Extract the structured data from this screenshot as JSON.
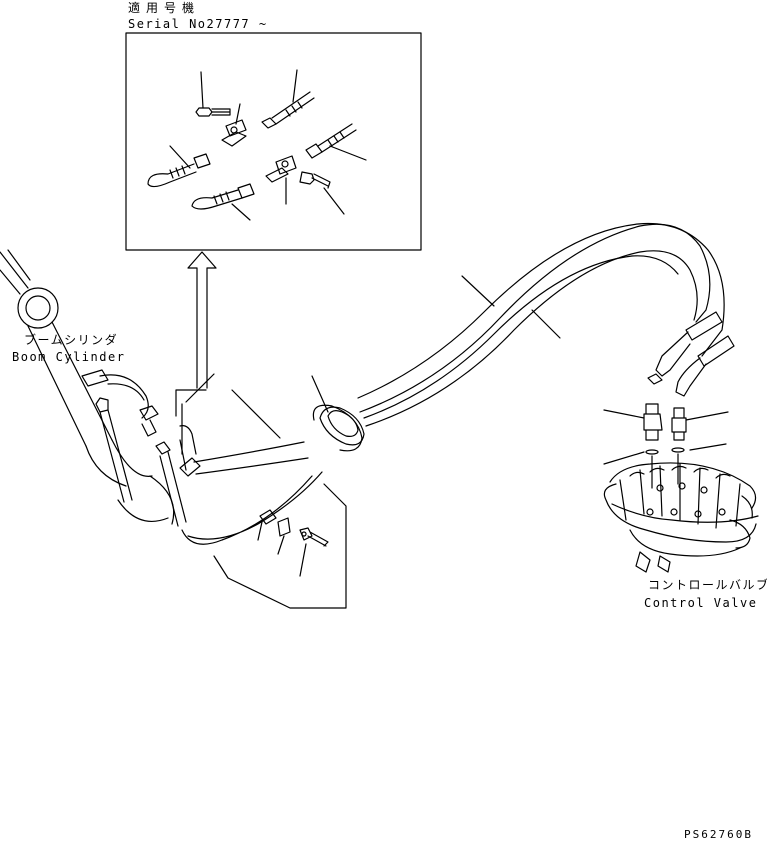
{
  "applicability": {
    "heading": "適用号機",
    "serial": "Serial No27777 ~"
  },
  "labels": {
    "boom_cylinder_jp": "ブームシリンダ",
    "boom_cylinder_en": "Boom Cylinder",
    "control_valve_jp": "コントロールバルブ",
    "control_valve_en": "Control Valve"
  },
  "drawing_code": "PS62760B"
}
